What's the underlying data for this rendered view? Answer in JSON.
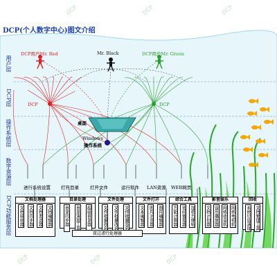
{
  "title": "DCP(个人数字中心)图文介绍",
  "watermark": "DCP",
  "users": {
    "red": "DCP用户Mr. Red",
    "black": "Mr. Black",
    "green": "DCP用户Mr. Green"
  },
  "nodes": {
    "dcp_left": "DCP",
    "dcp_right": "DCP",
    "desktop": "桌面",
    "windows": "Windows",
    "os": "操作系统"
  },
  "layers": [
    "用户层",
    "DCP层",
    "操作系统层",
    "数字资源层",
    "DCP功能服务层"
  ],
  "resources": [
    "进行系统设置",
    "打开目录",
    "打开文件",
    "运行软件",
    "LAN资源",
    "WEB网页"
  ],
  "modules": [
    {
      "title": "文档处理器",
      "items": [
        "文档接收器",
        "文档同步器",
        "文档发送器",
        "文档编辑器"
      ]
    },
    {
      "title": "目录处理",
      "items": [
        "目录同步器",
        "目录清理工具",
        "超级目录器"
      ]
    },
    {
      "title": "文件处理",
      "items": [
        "文件批量改名",
        "文件批量改名",
        "文件批量签名器"
      ]
    },
    {
      "title": "文件打开",
      "items": [
        "文本编辑器",
        "图片浏览器",
        "图片编辑器"
      ]
    },
    {
      "title": "综合工具",
      "items": [
        "万能计算器",
        "密码管理器",
        "加密方便帖"
      ]
    },
    {
      "title": "影音娱乐",
      "items": [
        "文档计划器",
        "音乐播放器",
        "网络收音机",
        "网络电视机"
      ]
    },
    {
      "title": "回收",
      "items": [
        "系统垃圾清理",
        "文档管理工具"
      ]
    }
  ],
  "dual_processor": "双过滤行处理器",
  "colors": {
    "red": "#e02020",
    "green": "#2aa02a",
    "water": "#e6f6fb",
    "title": "#1a3fb0"
  }
}
